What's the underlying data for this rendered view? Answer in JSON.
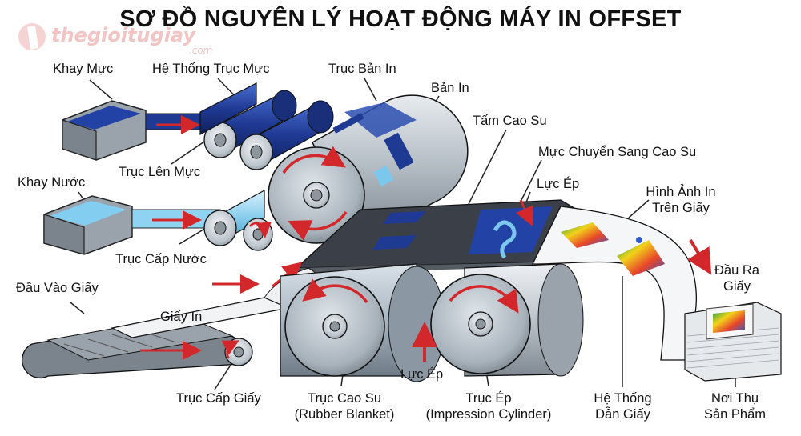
{
  "title": "SƠ ĐỒ NGUYÊN LÝ HOẠT ĐỘNG MÁY IN OFFSET",
  "watermark": {
    "text": "thegioitugiay",
    "sub": ".com"
  },
  "labels": {
    "khay_muc": "Khay Mực",
    "he_thong_truc_muc": "Hệ Thống Trục Mực",
    "truc_ban_in": "Trục Bản In",
    "ban_in": "Bản In",
    "tam_cao_su": "Tấm Cao Su",
    "muc_chuyen": "Mực Chuyển Sang Cao Su",
    "luc_ep_top": "Lực Ép",
    "hinh_anh_1": "Hình Ảnh In",
    "hinh_anh_2": "Trên Giấy",
    "khay_nuoc": "Khay Nước",
    "truc_len_muc": "Trục Lên Mực",
    "truc_cap_nuoc": "Trục Cấp Nước",
    "dau_ra_1": "Đầu Ra",
    "dau_ra_2": "Giấy",
    "dau_vao_giay": "Đầu Vào Giấy",
    "giay_in": "Giấy In",
    "luc_ep_bottom": "Lực Ép",
    "truc_cap_giay": "Trục Cấp Giấy",
    "truc_cao_su_1": "Trục Cao Su",
    "truc_cao_su_2": "(Rubber Blanket)",
    "truc_ep_1": "Trục Ép",
    "truc_ep_2": "(Impression Cylinder)",
    "he_thong_dan_1": "Hệ Thống",
    "he_thong_dan_2": "Dẫn Giấy",
    "noi_thu_1": "Nơi Thụ",
    "noi_thu_2": "Sản Phẩm"
  },
  "colors": {
    "ink_blue": "#1f3a93",
    "water_blue": "#7cc8ec",
    "steel": "#aeb6bf",
    "arrow_red": "#d3282b",
    "blanket_dark": "#3b4048"
  }
}
